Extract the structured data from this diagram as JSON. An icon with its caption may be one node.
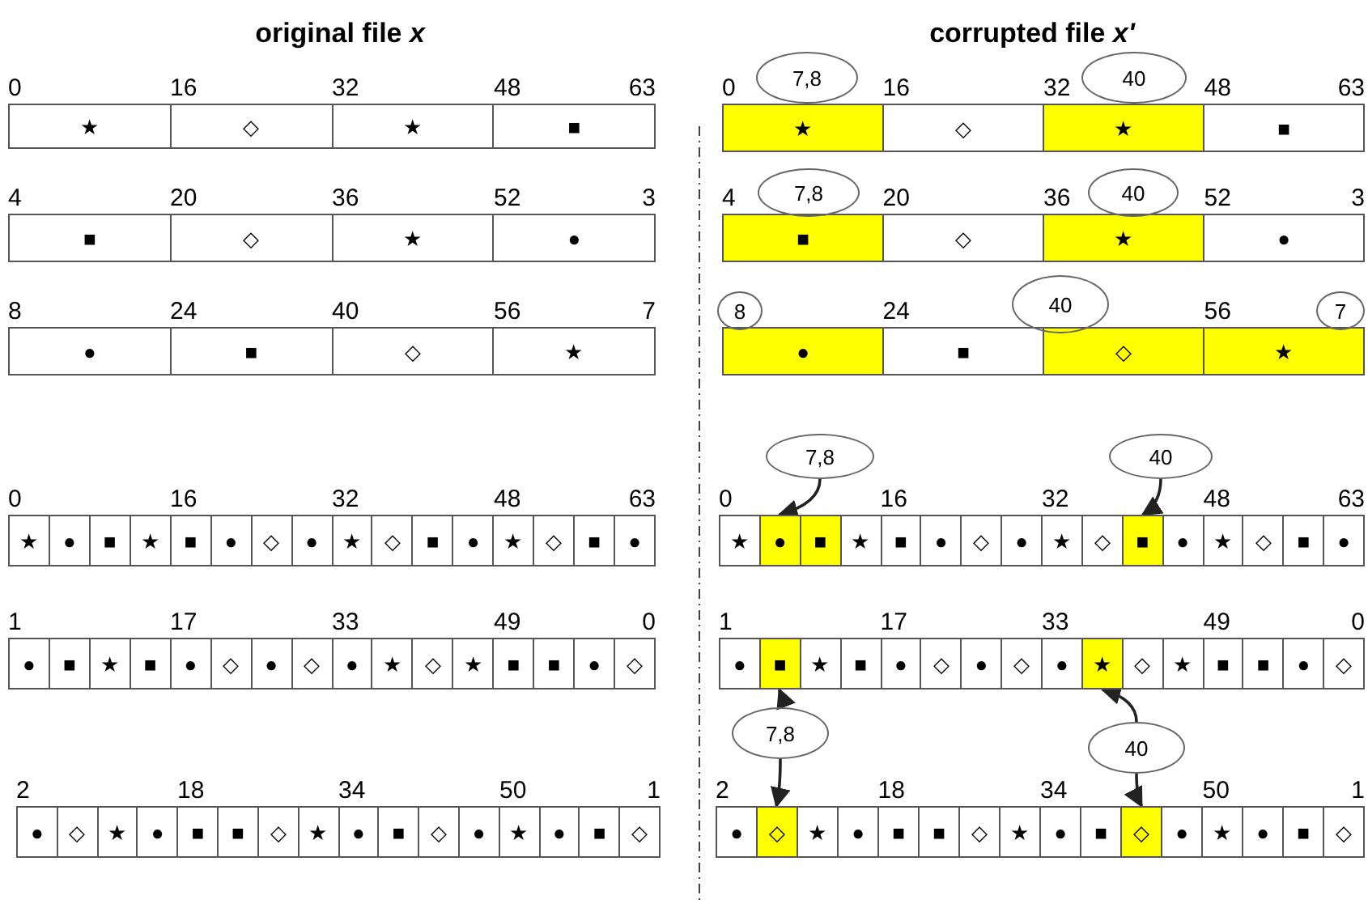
{
  "diagram": {
    "nodes": [
      {
        "text": [],
        "shape": "bar",
        "beside": [
          "0",
          "16",
          "32",
          "48",
          "63"
        ]
      },
      {
        "text": [
          "★"
        ],
        "in": 0
      },
      {
        "text": [
          "◇"
        ],
        "in": 0
      },
      {
        "text": [
          "★"
        ],
        "in": 0
      },
      {
        "text": [
          "■"
        ],
        "in": 0
      },
      {
        "text": [],
        "shape": "bar",
        "beside": [
          "0",
          "16",
          "32",
          "48",
          "63"
        ]
      },
      {
        "text": [
          "★"
        ],
        "in": 5
      },
      {
        "text": [
          "◇"
        ],
        "in": 5
      },
      {
        "text": [
          "★"
        ],
        "in": 5
      },
      {
        "text": [
          "■"
        ],
        "in": 5
      },
      {
        "text": [
          "7,8"
        ]
      },
      {
        "text": [
          "40"
        ]
      },
      {
        "text": [],
        "shape": "bar",
        "beside": [
          "4",
          "20",
          "36",
          "52",
          "3"
        ]
      },
      {
        "text": [
          "■"
        ],
        "in": 12
      },
      {
        "text": [
          "◇"
        ],
        "in": 12
      },
      {
        "text": [
          "★"
        ],
        "in": 12
      },
      {
        "text": [
          "●"
        ],
        "in": 12
      },
      {
        "text": [],
        "shape": "bar",
        "beside": [
          "4",
          "20",
          "36",
          "52",
          "3"
        ]
      },
      {
        "text": [
          "■"
        ],
        "in": 17
      },
      {
        "text": [
          "◇"
        ],
        "in": 17
      },
      {
        "text": [
          "★"
        ],
        "in": 17
      },
      {
        "text": [
          "●"
        ],
        "in": 17
      },
      {
        "text": [
          "7,8"
        ]
      },
      {
        "text": [
          "40"
        ]
      },
      {
        "text": [],
        "shape": "bar",
        "beside": [
          "8",
          "24",
          "40",
          "56",
          "7"
        ]
      },
      {
        "text": [
          "●"
        ],
        "in": 24
      },
      {
        "text": [
          "■"
        ],
        "in": 24
      },
      {
        "text": [
          "◇"
        ],
        "in": 24
      },
      {
        "text": [
          "★"
        ],
        "in": 24
      },
      {
        "text": [],
        "shape": "bar",
        "beside": [
          "24",
          "56"
        ]
      },
      {
        "text": [
          "●"
        ],
        "in": 29
      },
      {
        "text": [
          "■"
        ],
        "in": 29
      },
      {
        "text": [
          "◇"
        ],
        "in": 29
      },
      {
        "text": [
          "★"
        ],
        "in": 29
      },
      {
        "text": [
          "8"
        ]
      },
      {
        "text": [
          "40"
        ]
      },
      {
        "text": [
          "7"
        ]
      },
      {
        "text": [],
        "shape": "bar",
        "beside": [
          "0",
          "16",
          "32",
          "48",
          "63"
        ]
      },
      {
        "text": [
          "★"
        ],
        "in": 37
      },
      {
        "text": [
          "●"
        ],
        "in": 37
      },
      {
        "text": [
          "■"
        ],
        "in": 37
      },
      {
        "text": [
          "★"
        ],
        "in": 37
      },
      {
        "text": [
          "■"
        ],
        "in": 37
      },
      {
        "text": [
          "●"
        ],
        "in": 37
      },
      {
        "text": [
          "◇"
        ],
        "in": 37
      },
      {
        "text": [
          "●"
        ],
        "in": 37
      },
      {
        "text": [
          "★"
        ],
        "in": 37
      },
      {
        "text": [
          "◇"
        ],
        "in": 37
      },
      {
        "text": [
          "■"
        ],
        "in": 37
      },
      {
        "text": [
          "●"
        ],
        "in": 37
      },
      {
        "text": [
          "★"
        ],
        "in": 37
      },
      {
        "text": [
          "◇"
        ],
        "in": 37
      },
      {
        "text": [
          "■"
        ],
        "in": 37
      },
      {
        "text": [
          "●"
        ],
        "in": 37
      },
      {
        "text": [
          "7,8"
        ]
      },
      {
        "text": [
          "40"
        ]
      },
      {
        "text": [],
        "shape": "bar",
        "beside": [
          "0",
          "16",
          "32",
          "48",
          "63"
        ]
      },
      {
        "text": [
          "★"
        ],
        "in": 56
      },
      {
        "text": [
          "●"
        ],
        "in": 56
      },
      {
        "text": [
          "■"
        ],
        "in": 56
      },
      {
        "text": [
          "★"
        ],
        "in": 56
      },
      {
        "text": [
          "■"
        ],
        "in": 56
      },
      {
        "text": [
          "●"
        ],
        "in": 56
      },
      {
        "text": [
          "◇"
        ],
        "in": 56
      },
      {
        "text": [
          "●"
        ],
        "in": 56
      },
      {
        "text": [
          "★"
        ],
        "in": 56
      },
      {
        "text": [
          "◇"
        ],
        "in": 56
      },
      {
        "text": [
          "■"
        ],
        "in": 56
      },
      {
        "text": [
          "●"
        ],
        "in": 56
      },
      {
        "text": [
          "★"
        ],
        "in": 56
      },
      {
        "text": [
          "◇"
        ],
        "in": 56
      },
      {
        "text": [
          "■"
        ],
        "in": 56
      },
      {
        "text": [
          "●"
        ],
        "in": 56
      },
      {
        "text": [],
        "shape": "bar",
        "beside": [
          "1",
          "17",
          "33",
          "49",
          "0"
        ]
      },
      {
        "text": [
          "●"
        ],
        "in": 73
      },
      {
        "text": [
          "■"
        ],
        "in": 73
      },
      {
        "text": [
          "★"
        ],
        "in": 73
      },
      {
        "text": [
          "■"
        ],
        "in": 73
      },
      {
        "text": [
          "●"
        ],
        "in": 73
      },
      {
        "text": [
          "◇"
        ],
        "in": 73
      },
      {
        "text": [
          "●"
        ],
        "in": 73
      },
      {
        "text": [
          "◇"
        ],
        "in": 73
      },
      {
        "text": [
          "●"
        ],
        "in": 73
      },
      {
        "text": [
          "★"
        ],
        "in": 73
      },
      {
        "text": [
          "◇"
        ],
        "in": 73
      },
      {
        "text": [
          "★"
        ],
        "in": 73
      },
      {
        "text": [
          "■"
        ],
        "in": 73
      },
      {
        "text": [
          "■"
        ],
        "in": 73
      },
      {
        "text": [
          "●"
        ],
        "in": 73
      },
      {
        "text": [
          "◇"
        ],
        "in": 73
      },
      {
        "text": [],
        "shape": "bar",
        "beside": [
          "1",
          "17",
          "33",
          "49",
          "0"
        ]
      },
      {
        "text": [
          "●"
        ],
        "in": 90
      },
      {
        "text": [
          "■"
        ],
        "in": 90
      },
      {
        "text": [
          "★"
        ],
        "in": 90
      },
      {
        "text": [
          "■"
        ],
        "in": 90
      },
      {
        "text": [
          "●"
        ],
        "in": 90
      },
      {
        "text": [
          "◇"
        ],
        "in": 90
      },
      {
        "text": [
          "●"
        ],
        "in": 90
      },
      {
        "text": [
          "◇"
        ],
        "in": 90
      },
      {
        "text": [
          "●"
        ],
        "in": 90
      },
      {
        "text": [
          "★"
        ],
        "in": 90
      },
      {
        "text": [
          "◇"
        ],
        "in": 90
      },
      {
        "text": [
          "★"
        ],
        "in": 90
      },
      {
        "text": [
          "■"
        ],
        "in": 90
      },
      {
        "text": [
          "■"
        ],
        "in": 90
      },
      {
        "text": [
          "●"
        ],
        "in": 90
      },
      {
        "text": [
          "◇"
        ],
        "in": 90
      },
      {
        "text": [
          "7,8"
        ]
      },
      {
        "text": [
          "40"
        ]
      },
      {
        "text": [],
        "shape": "bar",
        "beside": [
          "2",
          "18",
          "34",
          "50",
          "1"
        ]
      },
      {
        "text": [
          "●"
        ],
        "in": 109
      },
      {
        "text": [
          "◇"
        ],
        "in": 109
      },
      {
        "text": [
          "★"
        ],
        "in": 109
      },
      {
        "text": [
          "●"
        ],
        "in": 109
      },
      {
        "text": [
          "■"
        ],
        "in": 109
      },
      {
        "text": [
          "■"
        ],
        "in": 109
      },
      {
        "text": [
          "◇"
        ],
        "in": 109
      },
      {
        "text": [
          "★"
        ],
        "in": 109
      },
      {
        "text": [
          "●"
        ],
        "in": 109
      },
      {
        "text": [
          "■"
        ],
        "in": 109
      },
      {
        "text": [
          "◇"
        ],
        "in": 109
      },
      {
        "text": [
          "●"
        ],
        "in": 109
      },
      {
        "text": [
          "★"
        ],
        "in": 109
      },
      {
        "text": [
          "●"
        ],
        "in": 109
      },
      {
        "text": [
          "■"
        ],
        "in": 109
      },
      {
        "text": [
          "◇"
        ],
        "in": 109
      },
      {
        "text": [],
        "shape": "bar",
        "beside": [
          "2",
          "18",
          "34",
          "50",
          "1"
        ]
      },
      {
        "text": [
          "●"
        ],
        "in": 126
      },
      {
        "text": [
          "◇"
        ],
        "in": 126
      },
      {
        "text": [
          "★"
        ],
        "in": 126
      },
      {
        "text": [
          "●"
        ],
        "in": 126
      },
      {
        "text": [
          "■"
        ],
        "in": 126
      },
      {
        "text": [
          "■"
        ],
        "in": 126
      },
      {
        "text": [
          "◇"
        ],
        "in": 126
      },
      {
        "text": [
          "★"
        ],
        "in": 126
      },
      {
        "text": [
          "●"
        ],
        "in": 126
      },
      {
        "text": [
          "■"
        ],
        "in": 126
      },
      {
        "text": [
          "◇"
        ],
        "in": 126
      },
      {
        "text": [
          "●"
        ],
        "in": 126
      },
      {
        "text": [
          "★"
        ],
        "in": 126
      },
      {
        "text": [
          "●"
        ],
        "in": 126
      },
      {
        "text": [
          "■"
        ],
        "in": 126
      },
      {
        "text": [
          "◇"
        ],
        "in": 126
      }
    ],
    "edges": [
      {
        "from": 54,
        "to": 58,
        "arrow": "to"
      },
      {
        "from": 55,
        "to": 67,
        "arrow": "to"
      },
      {
        "from": 107,
        "to": 92,
        "arrow": "to"
      },
      {
        "from": 107,
        "to": 128,
        "arrow": "to"
      },
      {
        "from": 108,
        "to": 100,
        "arrow": "to"
      },
      {
        "from": 108,
        "to": 137,
        "arrow": "to"
      }
    ],
    "labels": [
      "original file *x*",
      "corrupted file *x'*"
    ]
  }
}
